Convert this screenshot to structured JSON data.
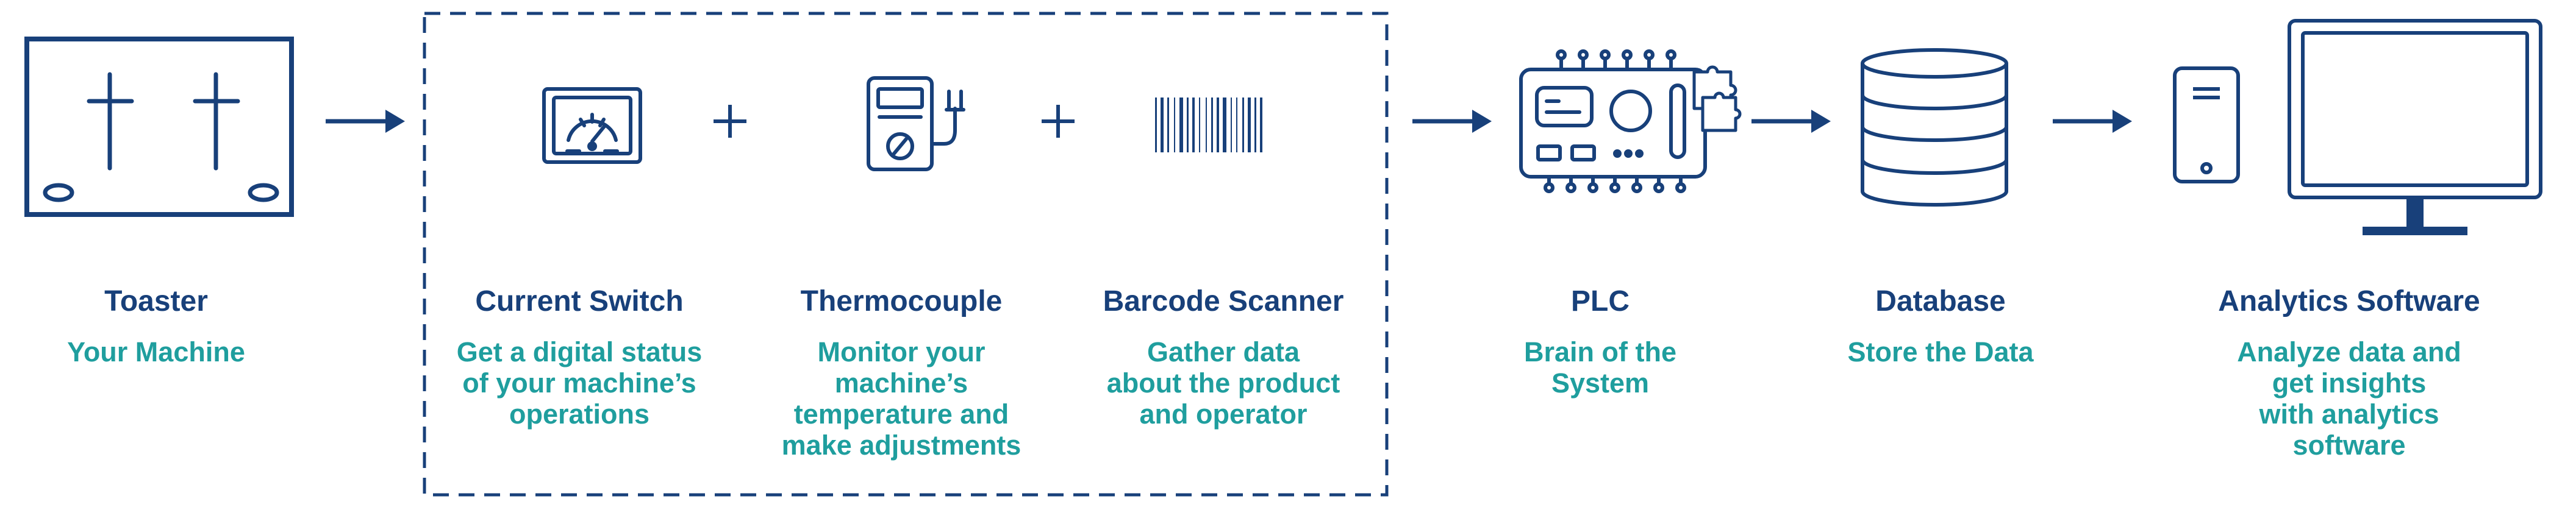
{
  "colors": {
    "navy": "#18407a",
    "teal": "#1f9e9e",
    "background": "#ffffff"
  },
  "stages": {
    "toaster": {
      "title": "Toaster",
      "description": "Your Machine",
      "icon": "toaster-icon"
    },
    "current_switch": {
      "title": "Current Switch",
      "description": "Get a digital status\nof your machine’s\noperations",
      "icon": "gauge-meter-icon"
    },
    "thermocouple": {
      "title": "Thermocouple",
      "description": "Monitor your\nmachine’s\ntemperature and\nmake adjustments",
      "icon": "thermocouple-meter-icon"
    },
    "barcode_scanner": {
      "title": "Barcode Scanner",
      "description": "Gather data\nabout the product\nand operator",
      "icon": "barcode-icon"
    },
    "plc": {
      "title": "PLC",
      "description": "Brain of the\nSystem",
      "icon": "plc-board-icon"
    },
    "database": {
      "title": "Database",
      "description": "Store the Data",
      "icon": "database-icon"
    },
    "analytics": {
      "title": "Analytics Software",
      "description": "Analyze data and get insights\nwith analytics software",
      "icon": "computer-monitor-icon"
    }
  },
  "connectors": {
    "plus": "+"
  }
}
